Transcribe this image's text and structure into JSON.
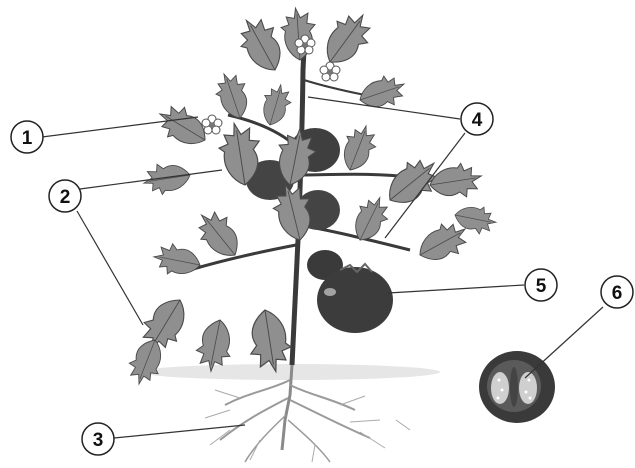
{
  "callouts": [
    {
      "id": "1",
      "label": "1"
    },
    {
      "id": "2",
      "label": "2"
    },
    {
      "id": "3",
      "label": "3"
    },
    {
      "id": "4",
      "label": "4"
    },
    {
      "id": "5",
      "label": "5"
    },
    {
      "id": "6",
      "label": "6"
    }
  ],
  "colors": {
    "leaf": "#8f8f8f",
    "leaf_dark": "#555555",
    "stem": "#3a3a3a",
    "fruit": "#3a3a3a",
    "flower": "#ffffff",
    "root": "#9a9a9a",
    "line": "#333333"
  }
}
